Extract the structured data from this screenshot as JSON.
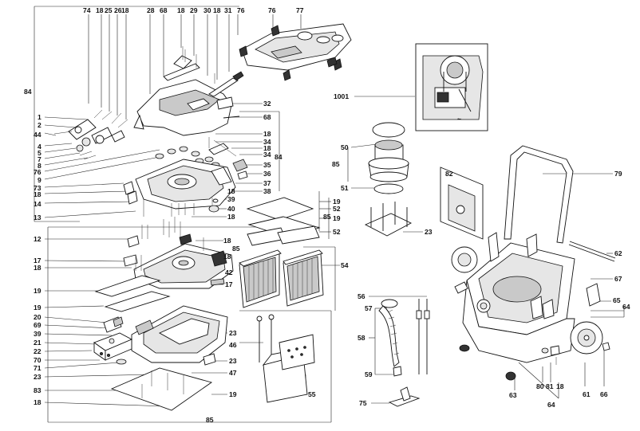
{
  "diagram": {
    "labels": {
      "top": [
        "74",
        "18",
        "25",
        "26",
        "18",
        "28",
        "68",
        "18",
        "29",
        "30",
        "18",
        "31",
        "76",
        "76",
        "77"
      ],
      "left": [
        "84",
        "1",
        "2",
        "44",
        "4",
        "5",
        "7",
        "8",
        "76",
        "9",
        "73",
        "18",
        "14",
        "13",
        "12",
        "17",
        "18",
        "19",
        "19",
        "20",
        "69",
        "39",
        "21",
        "22",
        "70",
        "71",
        "23",
        "83",
        "18"
      ],
      "center": [
        "32",
        "68",
        "18",
        "34",
        "18",
        "34",
        "35",
        "36",
        "37",
        "38",
        "84",
        "18",
        "39",
        "40",
        "18",
        "18",
        "85",
        "18",
        "42",
        "17",
        "23",
        "46",
        "23",
        "47",
        "19",
        "85"
      ],
      "filters": [
        "1001",
        "50",
        "85",
        "51",
        "19",
        "52",
        "19",
        "52",
        "85",
        "23",
        "54",
        "55",
        "56",
        "57",
        "58",
        "59",
        "75"
      ],
      "right": [
        "82",
        "79",
        "62",
        "67",
        "65",
        "64",
        "63",
        "64",
        "80",
        "81",
        "18",
        "61",
        "66"
      ]
    },
    "inset": {
      "symbol": "~"
    }
  }
}
